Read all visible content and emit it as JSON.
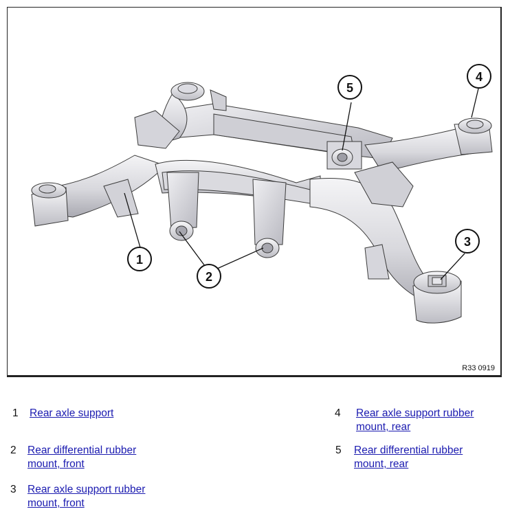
{
  "figure": {
    "reference_code": "R33 0919",
    "callouts": [
      "1",
      "2",
      "3",
      "4",
      "5"
    ]
  },
  "legend": [
    {
      "number": "1",
      "line1": "Rear axle support",
      "line2": ""
    },
    {
      "number": "2",
      "line1": "Rear differential rubber",
      "line2": "mount, front"
    },
    {
      "number": "3",
      "line1": "Rear axle support rubber",
      "line2": "mount, front"
    },
    {
      "number": "4",
      "line1": "Rear axle support rubber",
      "line2": "mount, rear"
    },
    {
      "number": "5",
      "line1": "Rear differential rubber",
      "line2": "mount, rear"
    }
  ],
  "colors": {
    "link": "#1b1bb0",
    "part_light": "#e9e9ec",
    "part_mid": "#c9c9cf",
    "part_dark": "#9a9aa2",
    "outline": "#2a2a2a"
  }
}
